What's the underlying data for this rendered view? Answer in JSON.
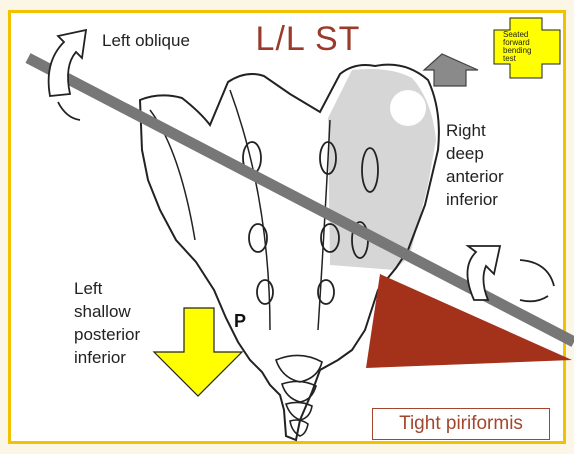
{
  "title": "L/L ST",
  "labels": {
    "left_oblique": "Left oblique",
    "right_lines": [
      "Right",
      "deep",
      "anterior",
      "inferior"
    ],
    "left_lines": [
      "Left",
      "shallow",
      "posterior",
      "inferior"
    ],
    "p_marker": "P"
  },
  "test_badge": {
    "lines": [
      "Seated",
      "forward",
      "bending",
      "test"
    ]
  },
  "callout": "Tight piriformis",
  "colors": {
    "frame_border": "#f2c100",
    "title": "#9a3a2a",
    "triangle": "#a4321a",
    "down_arrow": "#ffff00",
    "shaded_region": "#d4d4d4",
    "axis_line": "#7a7a7a",
    "badge": "#ffff00"
  }
}
